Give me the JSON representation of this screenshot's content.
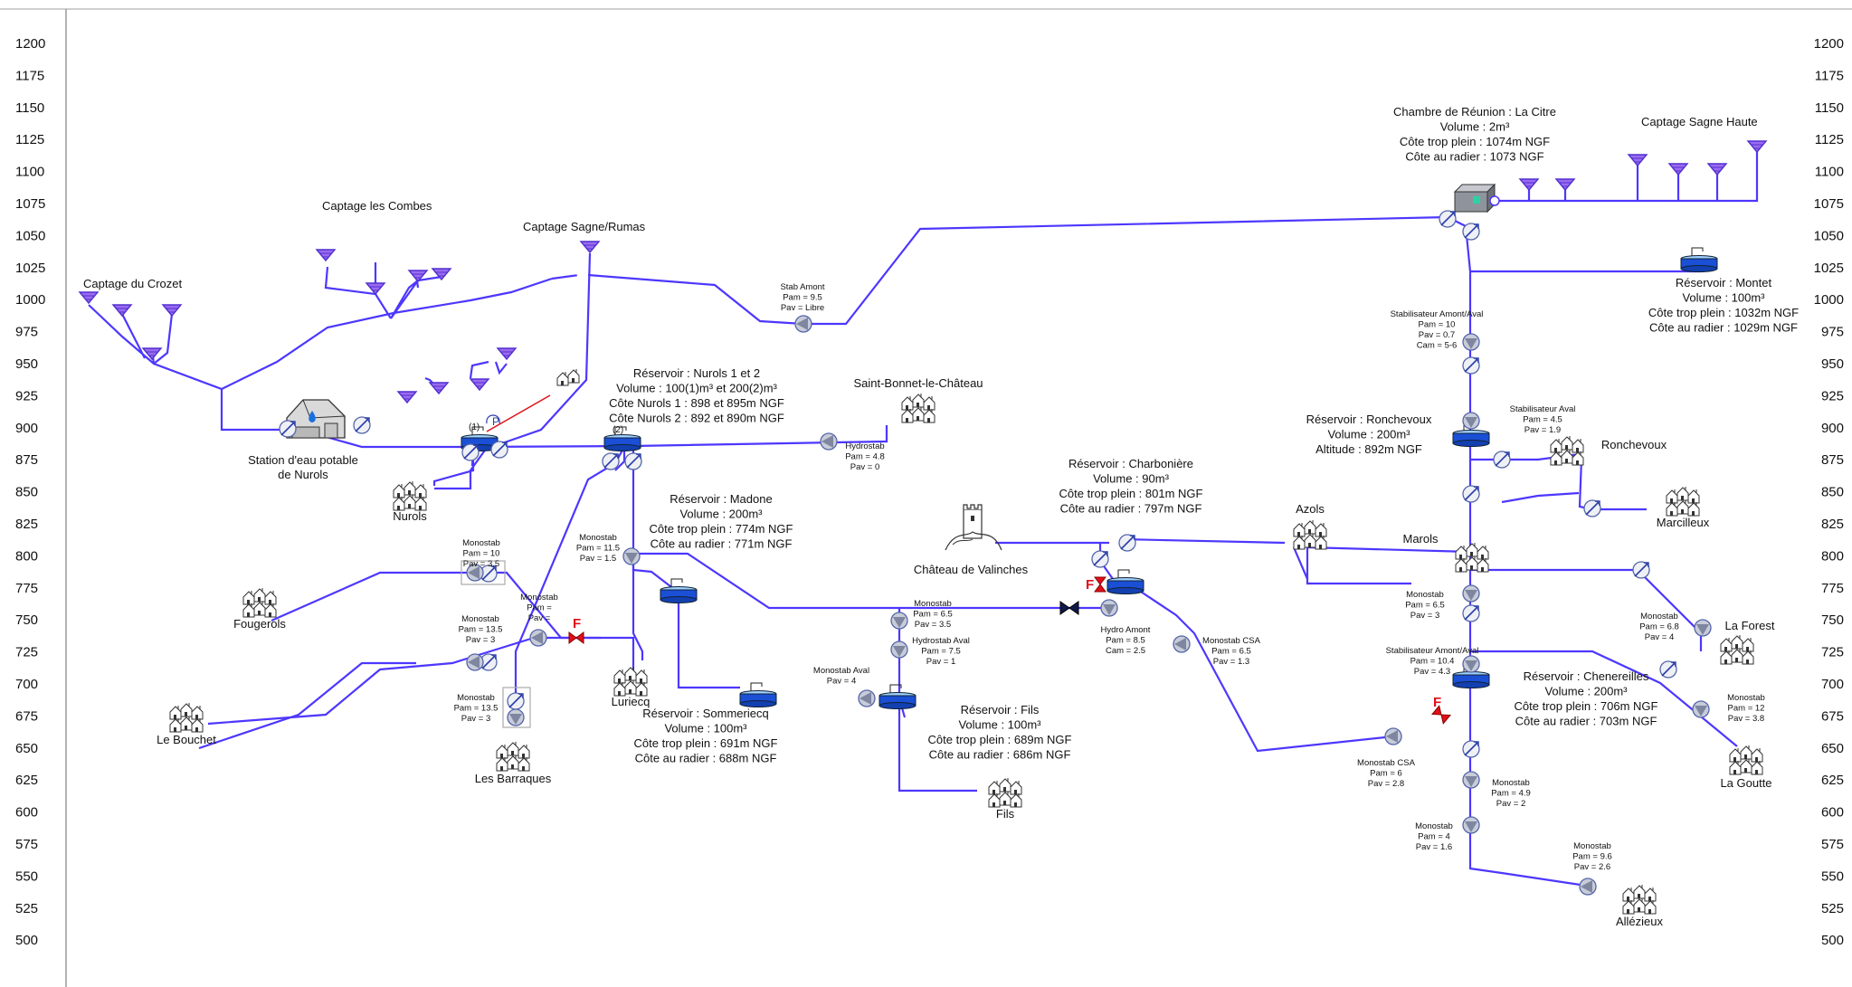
{
  "axis": {
    "values": [
      1200,
      1175,
      1150,
      1125,
      1100,
      1075,
      1050,
      1025,
      1000,
      975,
      950,
      925,
      900,
      875,
      850,
      825,
      800,
      775,
      750,
      725,
      700,
      675,
      650,
      625,
      600,
      575,
      550,
      525,
      500
    ]
  },
  "colors": {
    "pipe": "#4d37ff",
    "water": "#1a4fd6",
    "valve_red": "#e0101a",
    "equipment": "#8f9bb0"
  },
  "labels": {
    "captage_crozet": "Captage du Crozet",
    "captage_combes": "Captage les Combes",
    "captage_sagne_rumas": "Captage Sagne/Rumas",
    "captage_sagne_haute": "Captage Sagne Haute",
    "station_1": "Station d'eau potable",
    "station_2": "de Nurols",
    "nurols": "Nurols",
    "fougerols": "Fougerols",
    "le_bouchet": "Le Bouchet",
    "les_barraques": "Les Barraques",
    "luriecq": "Luriecq",
    "saint_bonnet": "Saint-Bonnet-le-Château",
    "chateau_valinches": "Château de Valinches",
    "azols": "Azols",
    "marols": "Marols",
    "fils": "Fils",
    "ronchevoux": "Ronchevoux",
    "marcilleux": "Marcilleux",
    "la_forest": "La Forest",
    "la_goutte": "La Goutte",
    "allezieux": "Allézieux",
    "tag_1": "(1)",
    "tag_2": "(2)",
    "tag_p": "P",
    "f1": "F",
    "f2": "F",
    "f3": "F"
  },
  "blocks": {
    "chambre_citre": [
      "Chambre de Réunion : La Citre",
      "Volume : 2m³",
      "Côte trop plein : 1074m NGF",
      "Côte au radier : 1073 NGF"
    ],
    "res_nurols": [
      "Réservoir : Nurols 1 et 2",
      "Volume : 100(1)m³ et 200(2)m³",
      "Côte Nurols 1 : 898 et 895m NGF",
      "Côte Nurols 2 : 892 et 890m NGF"
    ],
    "res_madone": [
      "Réservoir : Madone",
      "Volume : 200m³",
      "Côte trop plein : 774m NGF",
      "Côte au radier : 771m NGF"
    ],
    "res_charboniere": [
      "Réservoir : Charbonière",
      "Volume : 90m³",
      "Côte trop plein : 801m NGF",
      "Côte au radier : 797m NGF"
    ],
    "res_sommeriecq": [
      "Réservoir : Sommeriecq",
      "Volume : 100m³",
      "Côte trop plein : 691m NGF",
      "Côte au radier : 688m NGF"
    ],
    "res_fils": [
      "Réservoir : Fils",
      "Volume : 100m³",
      "Côte trop plein : 689m NGF",
      "Côte au radier : 686m NGF"
    ],
    "res_montet": [
      "Réservoir : Montet",
      "Volume : 100m³",
      "Côte trop plein : 1032m NGF",
      "Côte au radier : 1029m NGF"
    ],
    "res_ronchevoux": [
      "Réservoir : Ronchevoux",
      "Volume : 200m³",
      "Altitude : 892m NGF"
    ],
    "res_chenereilles": [
      "Réservoir : Chenereilles",
      "Volume : 200m³",
      "Côte trop plein : 706m NGF",
      "Côte au radier : 703m NGF"
    ]
  },
  "smalls": {
    "stab_amont": [
      "Stab Amont",
      "Pam = 9.5",
      "Pav = Libre"
    ],
    "hydrostab_sb": [
      "Hydrostab",
      "Pam = 4.8",
      "Pav = 0"
    ],
    "monostab_fougerols": [
      "Monostab",
      "Pam = 10",
      "Pav = 3.5"
    ],
    "monostab_bouchet": [
      "Monostab",
      "Pam = 13.5",
      "Pav = 3"
    ],
    "monostab_p": [
      "Monostab",
      "Pam =",
      "Pav ="
    ],
    "monostab_barraques": [
      "Monostab",
      "Pam = 13.5",
      "Pav = 3"
    ],
    "monostab_madone": [
      "Monostab",
      "Pam = 11.5",
      "Pav = 1.5"
    ],
    "monostab_mid": [
      "Monostab",
      "Pam = 6.5",
      "Pav = 3.5"
    ],
    "hydrostab_aval": [
      "Hydrostab Aval",
      "Pam = 7.5",
      "Pav = 1"
    ],
    "monostab_aval": [
      "Monostab Aval",
      "Pav = 4"
    ],
    "hydro_amont": [
      "Hydro Amont",
      "Pam = 8.5",
      "Cam = 2.5"
    ],
    "monostab_csa_1": [
      "Monostab CSA",
      "Pam = 6.5",
      "Pav = 1.3"
    ],
    "monostab_csa_2": [
      "Monostab CSA",
      "Pam = 6",
      "Pav = 2.8"
    ],
    "stab_amont_aval_1": [
      "Stabilisateur Amont/Aval",
      "Pam = 10",
      "Pav = 0.7",
      "Cam = 5-6"
    ],
    "stab_aval": [
      "Stabilisateur Aval",
      "Pam = 4.5",
      "Pav = 1.9"
    ],
    "monostab_marols": [
      "Monostab",
      "Pam = 6.5",
      "Pav = 3"
    ],
    "stab_amont_aval_2": [
      "Stabilisateur Amont/Aval",
      "Pam = 10.4",
      "Pav = 4.3"
    ],
    "monostab_forest": [
      "Monostab",
      "Pam = 6.8",
      "Pav = 4"
    ],
    "monostab_goutte": [
      "Monostab",
      "Pam = 12",
      "Pav = 3.8"
    ],
    "monostab_625": [
      "Monostab",
      "Pam = 4.9",
      "Pav = 2"
    ],
    "monostab_590": [
      "Monostab",
      "Pam = 4",
      "Pav = 1.6"
    ],
    "monostab_allezieux": [
      "Monostab",
      "Pam = 9.6",
      "Pav = 2.6"
    ]
  },
  "icons": {
    "intake": "intake-funnel-icon",
    "village": "village-houses-icon",
    "valve": "valve-icon",
    "regulator": "pressure-regulator-icon",
    "tank": "reservoir-tank-icon",
    "castle": "castle-icon",
    "plant": "water-plant-icon",
    "chamber": "junction-chamber-icon",
    "gate": "gate-valve-icon"
  }
}
